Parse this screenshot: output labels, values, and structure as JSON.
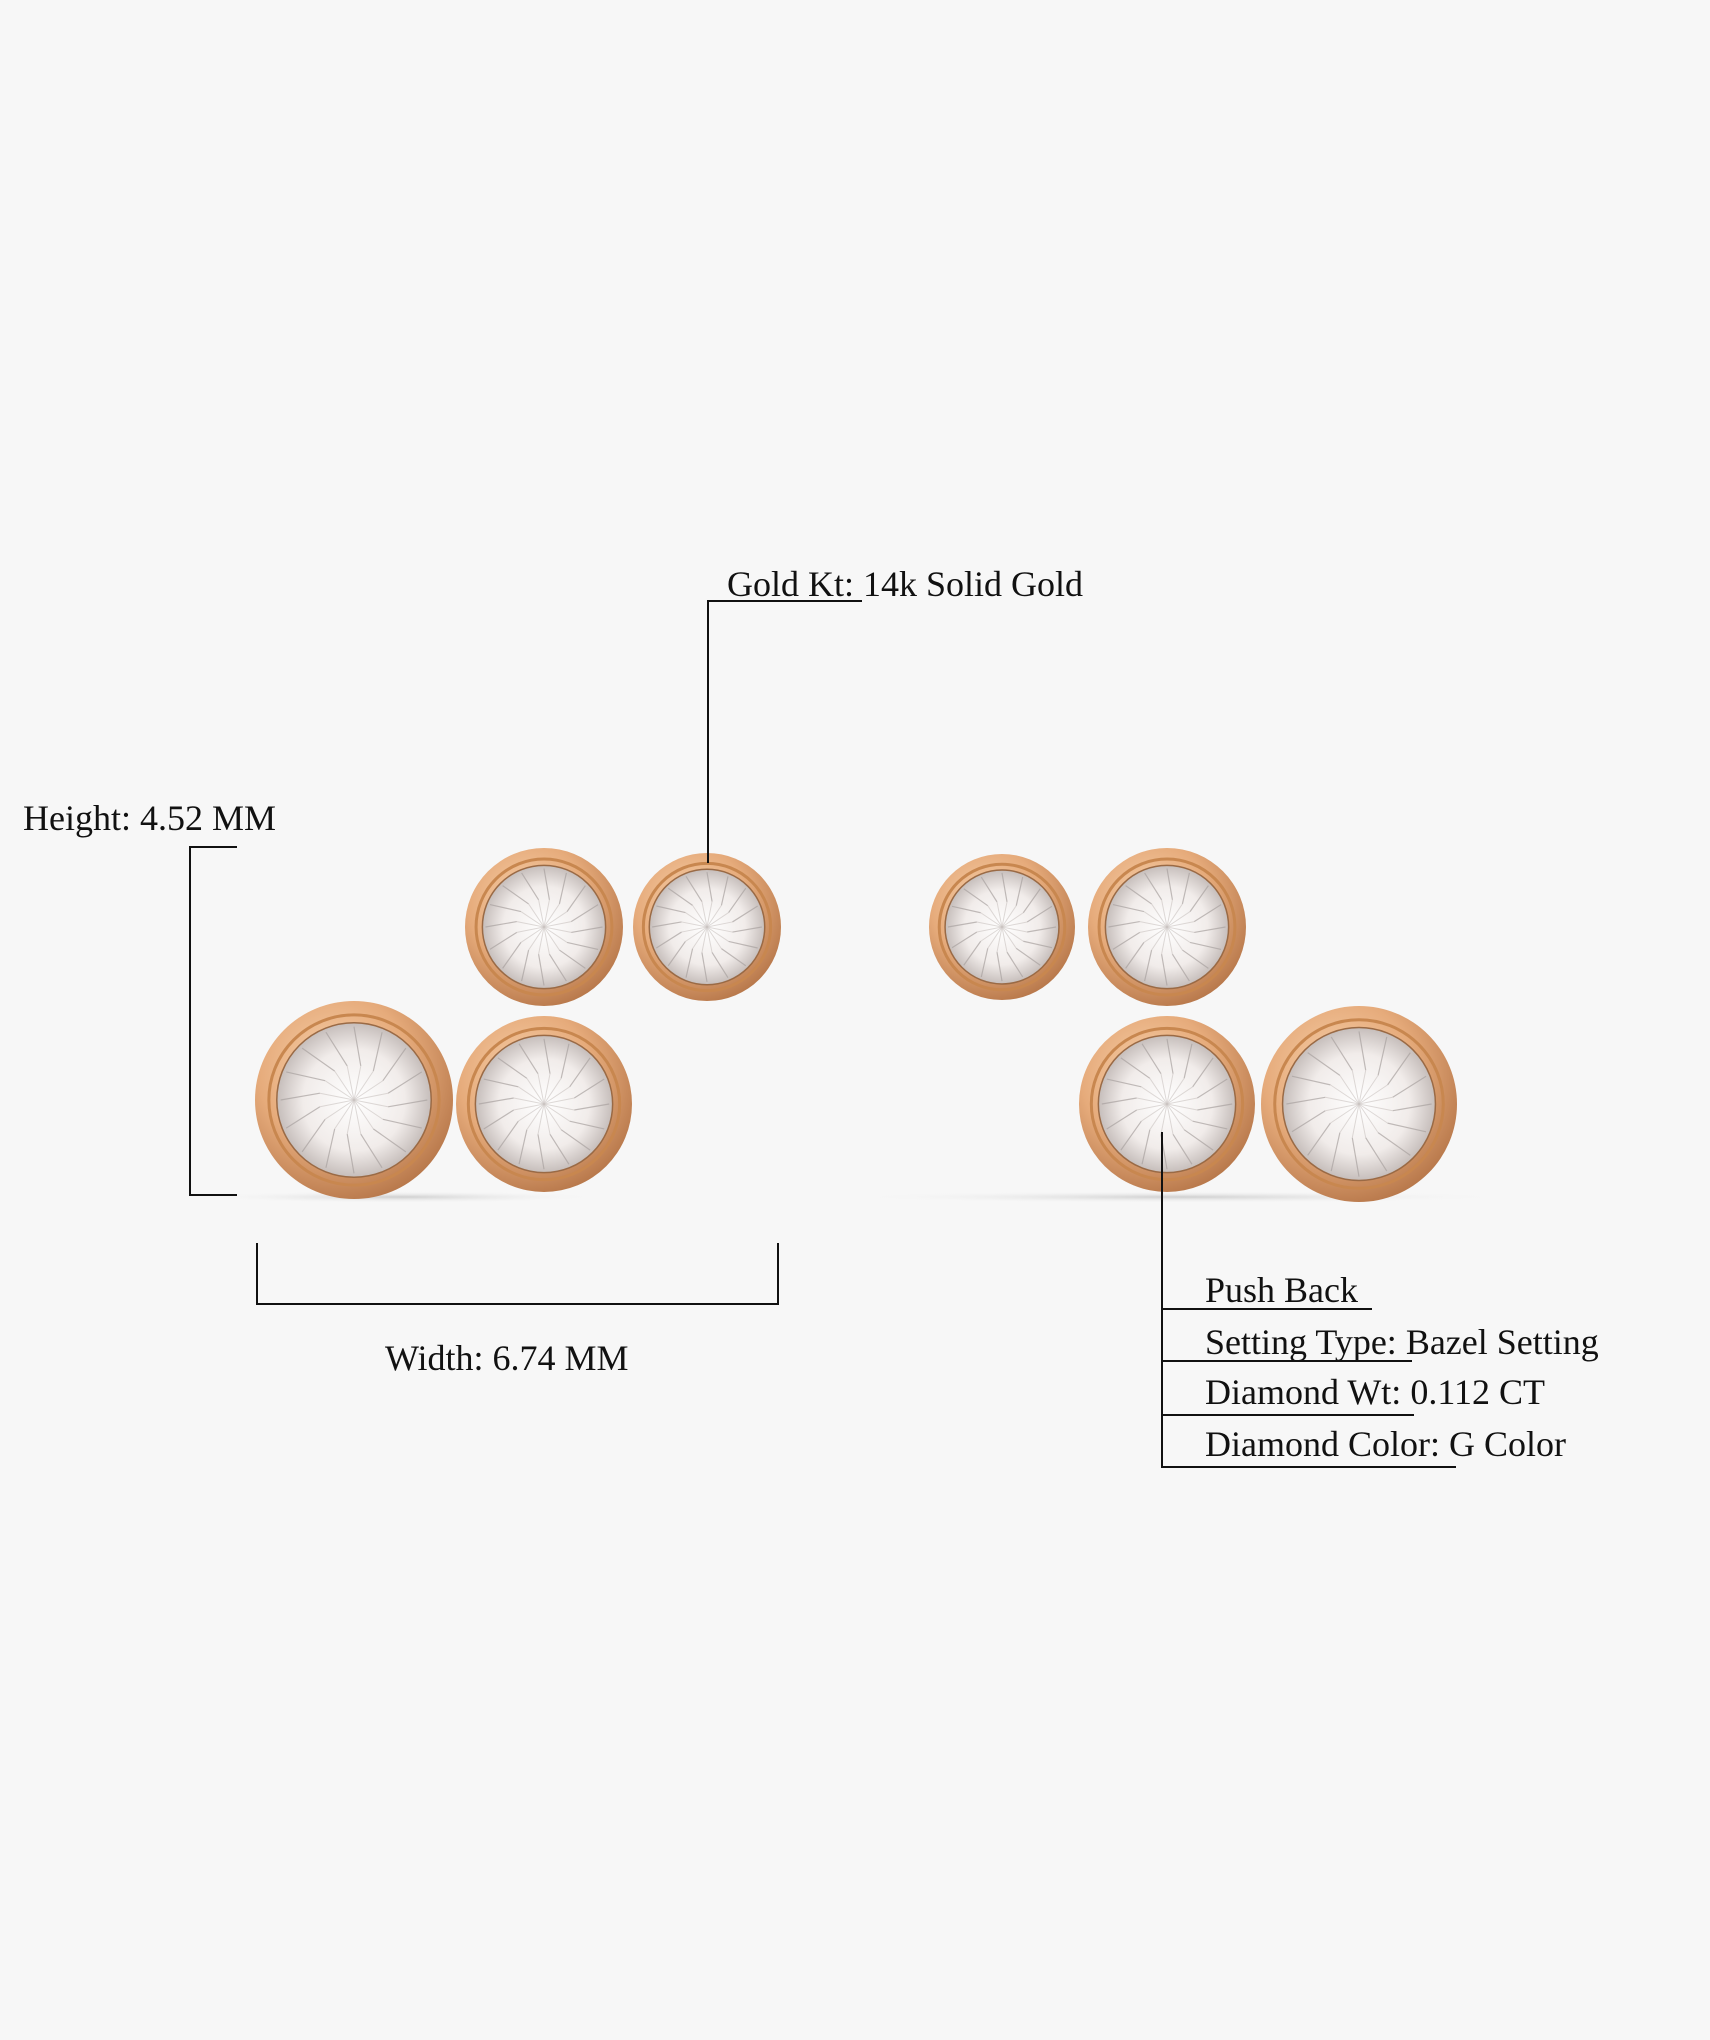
{
  "specs": {
    "gold_kt": "Gold Kt: 14k Solid Gold",
    "height": "Height: 4.52 MM",
    "width": "Width: 6.74 MM",
    "back": "Push Back",
    "setting_type": "Setting Type: Bazel Setting",
    "diamond_wt": "Diamond Wt: 0.112 CT",
    "diamond_color": "Diamond Color: G Color"
  },
  "colors": {
    "background": "#f7f7f7",
    "gold": "#e3a878",
    "gold_dark": "#b97a4c",
    "line": "#111111"
  }
}
